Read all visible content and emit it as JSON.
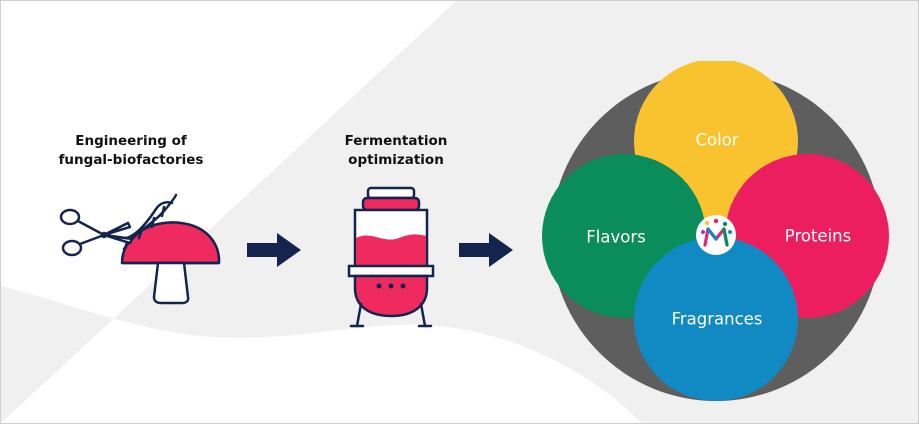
{
  "steps": [
    {
      "line1": "Engineering of",
      "line2": "fungal-biofactories"
    },
    {
      "line1": "Fermentation",
      "line2": "optimization"
    }
  ],
  "products": {
    "color": "Color",
    "flavors": "Flavors",
    "proteins": "Proteins",
    "fragrances": "Fragrances"
  },
  "icons": [
    "scissors-icon",
    "dna-icon",
    "mushroom-icon",
    "arrow-right-icon",
    "fermenter-icon",
    "logo-icon"
  ],
  "colors": {
    "pink": "#ef2a5e",
    "navy": "#13254f",
    "color_circle": "#f9c32f",
    "flavors_circle": "#0a8d5a",
    "proteins_circle": "#ed1e60",
    "fragrances_circle": "#118ac3",
    "ring": "#5e5e5e",
    "background_shape": "#f0f0f0"
  }
}
